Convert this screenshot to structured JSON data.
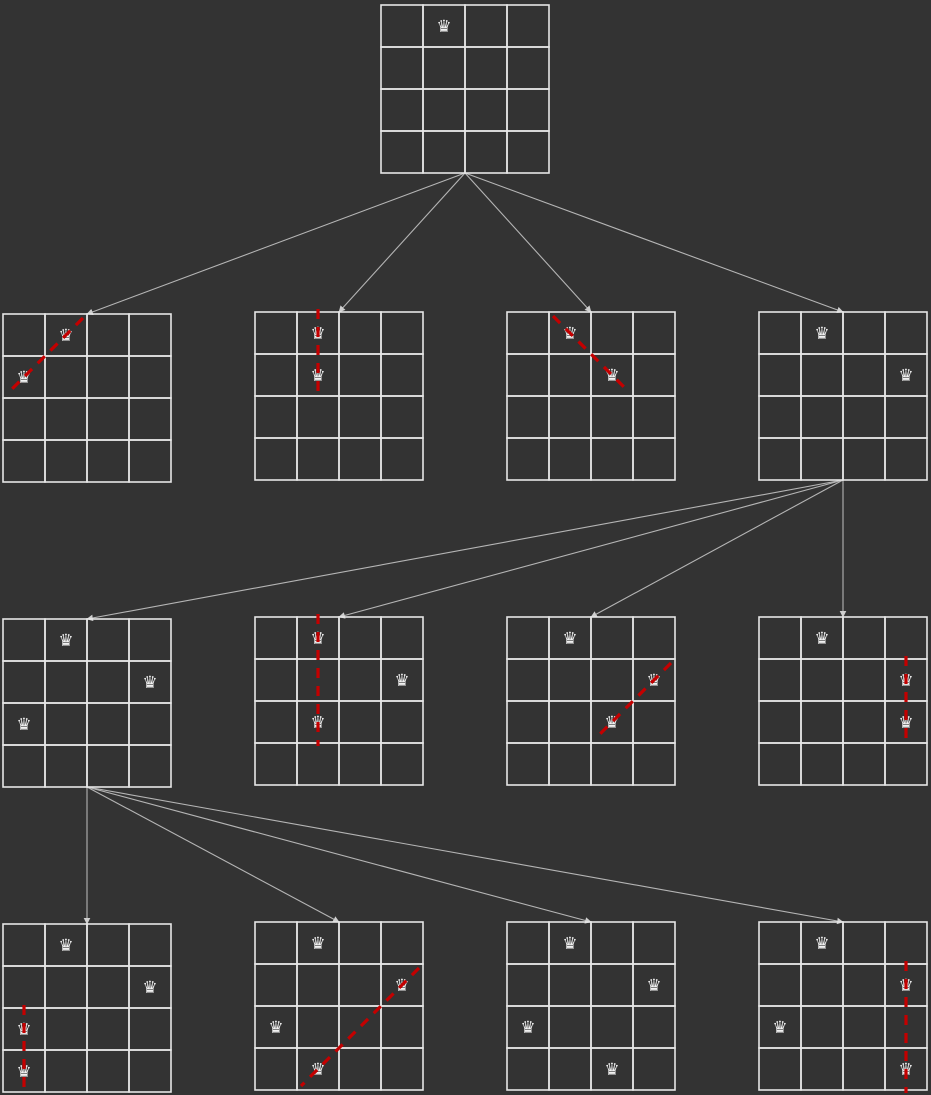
{
  "diagram": {
    "board_size": 4,
    "queen_symbol": "♛",
    "colors": {
      "background": "#333333",
      "grid": "#e6e6e6",
      "queen": "#f2f2f2",
      "edge": "#b5b5b5",
      "conflict": "#c40000"
    },
    "boards": [
      {
        "id": "root",
        "queens": [
          [
            0,
            1
          ]
        ],
        "conflict": null
      },
      {
        "id": "l1-a",
        "queens": [
          [
            0,
            1
          ],
          [
            1,
            0
          ]
        ],
        "conflict": "diagonal-up"
      },
      {
        "id": "l1-b",
        "queens": [
          [
            0,
            1
          ],
          [
            1,
            1
          ]
        ],
        "conflict": "column"
      },
      {
        "id": "l1-c",
        "queens": [
          [
            0,
            1
          ],
          [
            1,
            2
          ]
        ],
        "conflict": "diagonal-down"
      },
      {
        "id": "l1-d",
        "queens": [
          [
            0,
            1
          ],
          [
            1,
            3
          ]
        ],
        "conflict": null
      },
      {
        "id": "l2-a",
        "queens": [
          [
            0,
            1
          ],
          [
            1,
            3
          ],
          [
            2,
            0
          ]
        ],
        "conflict": null
      },
      {
        "id": "l2-b",
        "queens": [
          [
            0,
            1
          ],
          [
            1,
            3
          ],
          [
            2,
            1
          ]
        ],
        "conflict": "column"
      },
      {
        "id": "l2-c",
        "queens": [
          [
            0,
            1
          ],
          [
            1,
            3
          ],
          [
            2,
            2
          ]
        ],
        "conflict": "diagonal-up"
      },
      {
        "id": "l2-d",
        "queens": [
          [
            0,
            1
          ],
          [
            1,
            3
          ],
          [
            2,
            3
          ]
        ],
        "conflict": "column"
      },
      {
        "id": "l3-a",
        "queens": [
          [
            0,
            1
          ],
          [
            1,
            3
          ],
          [
            2,
            0
          ],
          [
            3,
            0
          ]
        ],
        "conflict": "column"
      },
      {
        "id": "l3-b",
        "queens": [
          [
            0,
            1
          ],
          [
            1,
            3
          ],
          [
            2,
            0
          ],
          [
            3,
            1
          ]
        ],
        "conflict": "diagonal-down"
      },
      {
        "id": "l3-c",
        "queens": [
          [
            0,
            1
          ],
          [
            1,
            3
          ],
          [
            2,
            0
          ],
          [
            3,
            2
          ]
        ],
        "conflict": null
      },
      {
        "id": "l3-d",
        "queens": [
          [
            0,
            1
          ],
          [
            1,
            3
          ],
          [
            2,
            0
          ],
          [
            3,
            3
          ]
        ],
        "conflict": "column"
      }
    ],
    "edges": [
      [
        "root",
        "l1-a"
      ],
      [
        "root",
        "l1-b"
      ],
      [
        "root",
        "l1-c"
      ],
      [
        "root",
        "l1-d"
      ],
      [
        "l1-d",
        "l2-a"
      ],
      [
        "l1-d",
        "l2-b"
      ],
      [
        "l1-d",
        "l2-c"
      ],
      [
        "l1-d",
        "l2-d"
      ],
      [
        "l2-a",
        "l3-a"
      ],
      [
        "l2-a",
        "l3-b"
      ],
      [
        "l2-a",
        "l3-c"
      ],
      [
        "l2-a",
        "l3-d"
      ]
    ]
  }
}
